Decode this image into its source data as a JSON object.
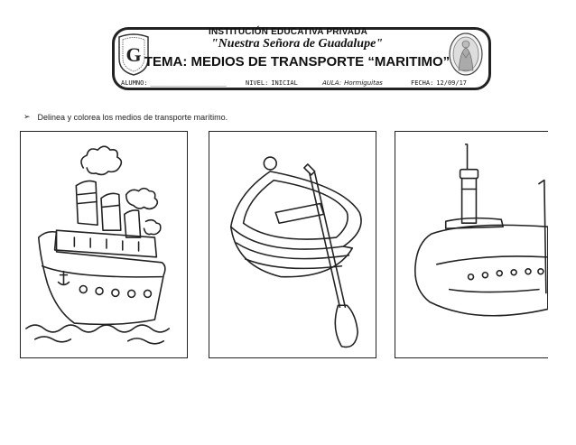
{
  "header": {
    "institution": "INSTITUCIÓN EDUCATIVA PRIVADA",
    "school_name": "\"Nuestra Señora de Guadalupe\"",
    "theme": "TEMA:  MEDIOS DE TRANSPORTE “MARITIMO”",
    "student_label": "ALUMNO:",
    "student_value": "____________________",
    "level_label": "NIVEL:",
    "level_value": "INICIAL",
    "classroom_label": "AULA:",
    "classroom_value": "Hormiguitas",
    "date_label": "FECHA:",
    "date_value": "12/09/17",
    "logo_letter": "G"
  },
  "instruction": {
    "bullet": "➢",
    "text": "Delinea y colorea los medios de transporte marítimo."
  },
  "pictures": [
    {
      "icon": "steamship-icon"
    },
    {
      "icon": "rowboat-icon"
    },
    {
      "icon": "submarine-icon"
    }
  ]
}
